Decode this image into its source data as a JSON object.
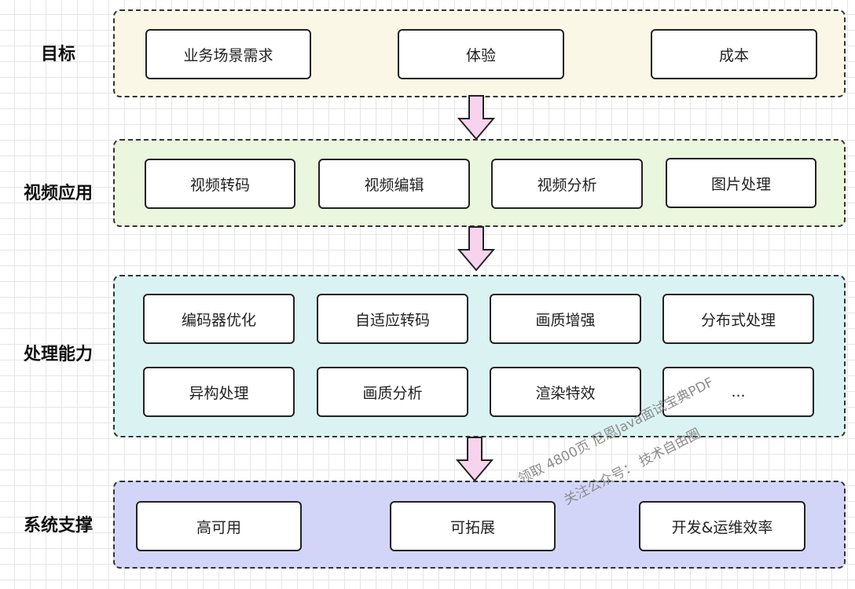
{
  "layers": {
    "goal": {
      "label": "目标",
      "fill": "#faf7e6",
      "items": [
        "业务场景需求",
        "体验",
        "成本"
      ]
    },
    "app": {
      "label": "视频应用",
      "fill": "#eaf6dd",
      "items": [
        "视频转码",
        "视频编辑",
        "视频分析",
        "图片处理"
      ]
    },
    "capability": {
      "label": "处理能力",
      "fill": "#daf3f2",
      "items": [
        "编码器优化",
        "自适应转码",
        "画质增强",
        "分布式处理",
        "异构处理",
        "画质分析",
        "渲染特效",
        "..."
      ]
    },
    "support": {
      "label": "系统支撑",
      "fill": "#d3d5f8",
      "items": [
        "高可用",
        "可拓展",
        "开发&运维效率"
      ]
    }
  },
  "arrow_fill": "#f7d3ee",
  "watermark": {
    "line1": "领取 4800页 尼恩Java面试宝典PDF",
    "line2": "关注公众号： 技术自由圈"
  }
}
